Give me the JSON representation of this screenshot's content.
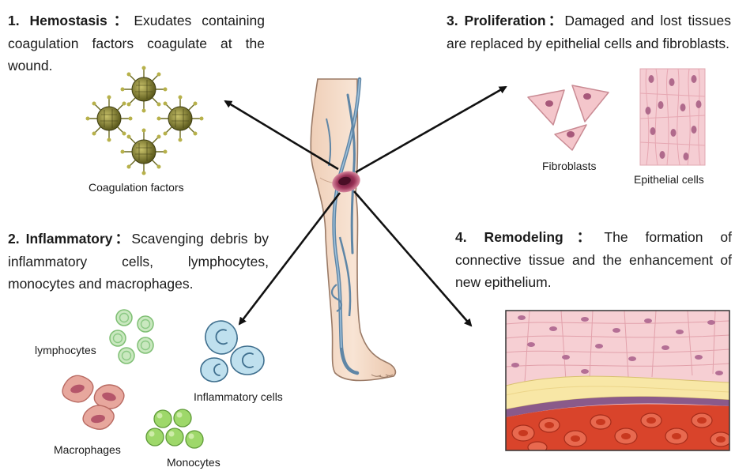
{
  "stages": {
    "hemostasis": {
      "heading": "1. Hemostasis",
      "separator": "：",
      "text": "Exudates containing coagulation factors coagulate at the wound."
    },
    "inflammatory": {
      "heading": "2. Inflammatory",
      "separator": "：",
      "text": "Scavenging debris by inflammatory cells, lymphocytes, monocytes and macrophages."
    },
    "proliferation": {
      "heading": "3. Proliferation",
      "separator": "：",
      "text": "Damaged and lost tissues are replaced by epithelial cells and fibroblasts."
    },
    "remodeling": {
      "heading": "4. Remodeling",
      "separator": "：",
      "text": "The formation of connective tissue and the enhancement of new epithelium."
    }
  },
  "labels": {
    "coagulation_factors": "Coagulation factors",
    "fibroblasts": "Fibroblasts",
    "epithelial_cells": "Epithelial cells",
    "lymphocytes": "lymphocytes",
    "inflammatory_cells": "Inflammatory cells",
    "macrophages": "Macrophages",
    "monocytes": "Monocytes"
  },
  "colors": {
    "arrow": "#111111",
    "skin": "#f4dcc8",
    "vein": "#5f86a6",
    "wound": "#8a2b4a",
    "coagulation": "#8a8a2e",
    "lymphocyte": "#a8d8a0",
    "inflammatory_cell": "#b9dcea",
    "macrophage": "#d98f86",
    "monocyte": "#8fcf5a",
    "fibroblast": "#f2c2c8",
    "epithelial": "#f1c7cf",
    "fat_layer": "#f7e6a0",
    "blood": "#d9442b"
  }
}
